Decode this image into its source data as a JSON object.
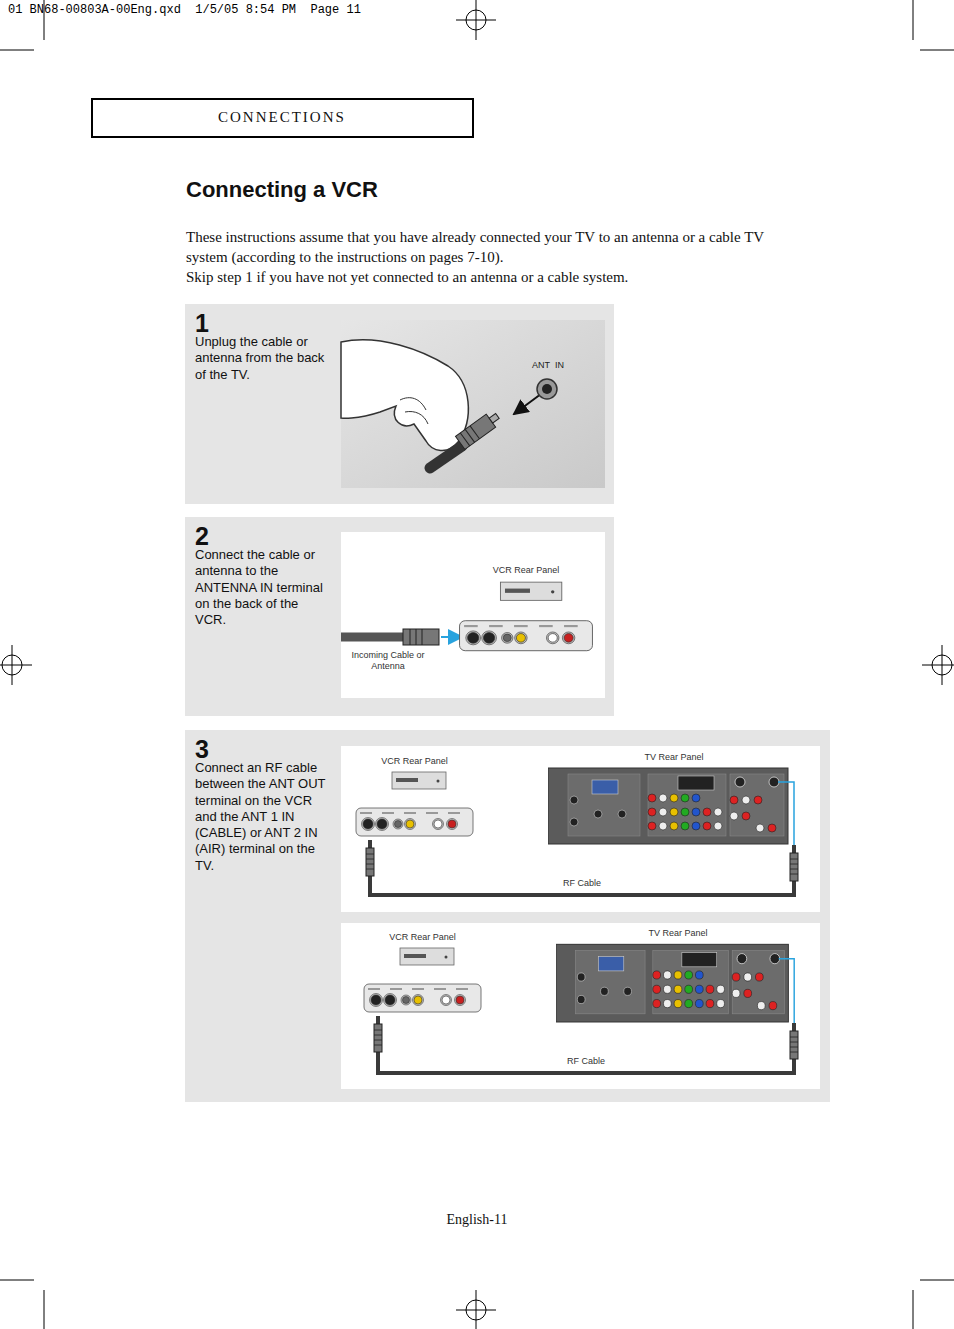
{
  "diagram": {
    "title": "Connecting a VCR",
    "nodes": [
      {
        "text": [
          "CONNECTIONS"
        ]
      },
      {
        "text": [
          "1",
          "Unplug the cable or antenna from the back of the TV."
        ]
      },
      {
        "text": [
          "2",
          "Connect the cable or antenna to the ANTENNA IN terminal on the back of the VCR."
        ]
      },
      {
        "text": [
          "VCR Rear Panel"
        ],
        "in": 2
      },
      {
        "text": [
          "3",
          "Connect an RF cable between the ANT OUT terminal on the VCR and the ANT 1 IN (CABLE) or ANT 2 IN (AIR) terminal on the TV."
        ]
      },
      {
        "text": [
          "VCR Rear Panel"
        ],
        "in": 4
      },
      {
        "text": [
          "TV Rear Panel"
        ],
        "in": 4
      },
      {
        "text": [
          "VCR Rear Panel"
        ],
        "in": 4
      },
      {
        "text": [
          "TV Rear Panel"
        ],
        "in": 4
      }
    ],
    "edges": [
      {
        "from": 5,
        "to": 6,
        "arrow": "none",
        "label": "RF Cable"
      },
      {
        "from": 7,
        "to": 8,
        "arrow": "none",
        "label": "RF Cable"
      }
    ],
    "labels": [
      "01 BN68-00803A-00Eng.qxd  1/5/05 8:54 PM  Page 11",
      "These instructions assume that you have already connected your TV to an antenna or a cable TV system (according to the instructions on pages 7-10).",
      "Skip step 1 if you have not yet connected to an antenna or a cable system.",
      "ANT  IN",
      "Incoming Cable or Antenna",
      "English-11"
    ]
  }
}
